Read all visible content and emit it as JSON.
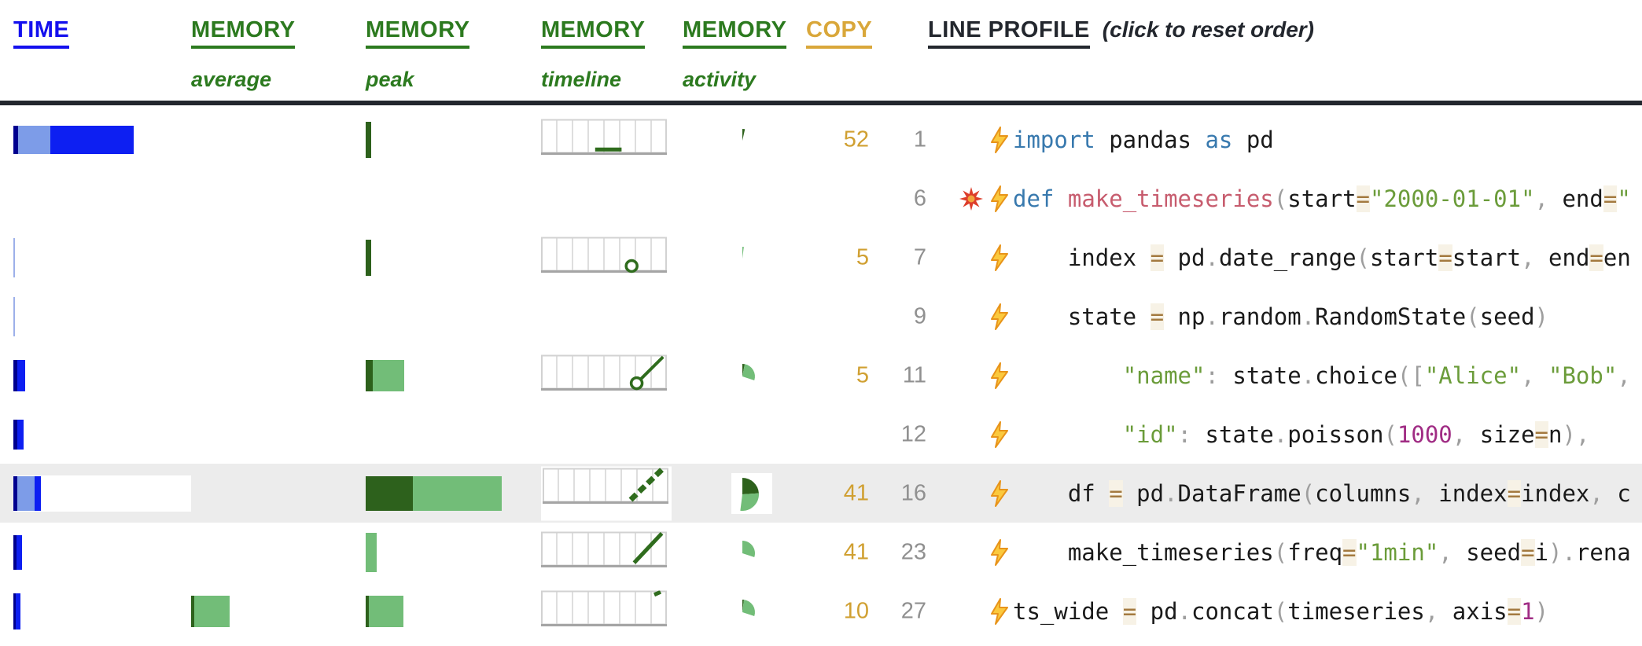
{
  "header": {
    "time": {
      "label": "TIME"
    },
    "avg": {
      "label": "MEMORY",
      "sub": "average"
    },
    "peak": {
      "label": "MEMORY",
      "sub": "peak"
    },
    "timeline": {
      "label": "MEMORY",
      "sub": "timeline"
    },
    "activity": {
      "label": "MEMORY",
      "sub": "activity"
    },
    "copy": {
      "label": "COPY"
    },
    "profile": {
      "label": "LINE PROFILE",
      "note": "(click to reset order)"
    }
  },
  "colors": {
    "navy": "#00008f",
    "corn": "#7d9ce8",
    "blue": "#0d1ff2",
    "hair": "#9db0ea",
    "dgreen": "#2d611c",
    "mgreen": "#72bd78",
    "spark": "#2f6c1d",
    "copy_num": "#d0a032",
    "line_num": "#909090",
    "highlight_row": "#ececec"
  },
  "icons": {
    "lightning": "lightning-icon",
    "explosion": "explosion-icon"
  },
  "rows": [
    {
      "line": "1",
      "copy": "52",
      "bomb": false,
      "time": {
        "h": 36,
        "segs": [
          [
            "navy",
            6
          ],
          [
            "corn",
            41
          ],
          [
            "blue",
            106
          ]
        ]
      },
      "peak": {
        "h": 46,
        "segs": [
          [
            "dgreen",
            7
          ]
        ]
      },
      "timeline": {
        "line": [
          [
            0.43,
            0.88
          ],
          [
            0.64,
            0.88
          ]
        ],
        "w": 5
      },
      "activity": {
        "r": 15,
        "slices": [
          [
            "dgreen",
            0.035
          ]
        ]
      },
      "code": [
        [
          "kw",
          "import"
        ],
        [
          "pl",
          " pandas "
        ],
        [
          "kw",
          "as"
        ],
        [
          "pl",
          " pd"
        ]
      ]
    },
    {
      "line": "6",
      "copy": "",
      "bomb": true,
      "code": [
        [
          "kw",
          "def"
        ],
        [
          "pl",
          " "
        ],
        [
          "fn",
          "make_timeseries"
        ],
        [
          "pu",
          "("
        ],
        [
          "pl",
          "start"
        ],
        [
          "op",
          "="
        ],
        [
          "st",
          "\"2000-01-01\""
        ],
        [
          "pu",
          ","
        ],
        [
          "pl",
          " end"
        ],
        [
          "op",
          "="
        ],
        [
          "st",
          "\""
        ]
      ]
    },
    {
      "line": "7",
      "copy": "5",
      "bomb": false,
      "time": {
        "h": 50,
        "segs": [
          [
            "hair",
            2
          ]
        ]
      },
      "peak": {
        "h": 46,
        "segs": [
          [
            "dgreen",
            7
          ]
        ]
      },
      "timeline": {
        "dot": [
          0.72,
          0.84
        ]
      },
      "activity": {
        "r": 15,
        "slices": [
          [
            "mgreen",
            0.02
          ]
        ]
      },
      "code": [
        [
          "pl",
          "    index "
        ],
        [
          "op",
          "="
        ],
        [
          "pl",
          " pd"
        ],
        [
          "pu",
          "."
        ],
        [
          "pl",
          "date_range"
        ],
        [
          "pu",
          "("
        ],
        [
          "pl",
          "start"
        ],
        [
          "op",
          "="
        ],
        [
          "pl",
          "start"
        ],
        [
          "pu",
          ","
        ],
        [
          "pl",
          " end"
        ],
        [
          "op",
          "="
        ],
        [
          "pl",
          "en"
        ]
      ]
    },
    {
      "line": "9",
      "copy": "",
      "bomb": false,
      "time": {
        "h": 50,
        "segs": [
          [
            "hair",
            2
          ]
        ]
      },
      "code": [
        [
          "pl",
          "    state "
        ],
        [
          "op",
          "="
        ],
        [
          "pl",
          " np"
        ],
        [
          "pu",
          "."
        ],
        [
          "pl",
          "random"
        ],
        [
          "pu",
          "."
        ],
        [
          "pl",
          "RandomState"
        ],
        [
          "pu",
          "("
        ],
        [
          "pl",
          "seed"
        ],
        [
          "pu",
          ")"
        ]
      ]
    },
    {
      "line": "11",
      "copy": "5",
      "bomb": false,
      "time": {
        "h": 40,
        "segs": [
          [
            "navy",
            5
          ],
          [
            "blue",
            10
          ]
        ]
      },
      "peak": {
        "h": 40,
        "segs": [
          [
            "dgreen",
            9
          ],
          [
            "mgreen",
            40
          ]
        ]
      },
      "timeline": {
        "line": [
          [
            0.76,
            0.82
          ],
          [
            0.97,
            0.06
          ]
        ],
        "dot": [
          0.76,
          0.82
        ],
        "w": 4
      },
      "activity": {
        "r": 16,
        "slices": [
          [
            "dgreen",
            0.03
          ],
          [
            "mgreen",
            0.27
          ]
        ]
      },
      "code": [
        [
          "pl",
          "        "
        ],
        [
          "st",
          "\"name\""
        ],
        [
          "pu",
          ":"
        ],
        [
          "pl",
          " state"
        ],
        [
          "pu",
          "."
        ],
        [
          "pl",
          "choice"
        ],
        [
          "pu",
          "(["
        ],
        [
          "st",
          "\"Alice\""
        ],
        [
          "pu",
          ","
        ],
        [
          "pl",
          " "
        ],
        [
          "st",
          "\"Bob\""
        ],
        [
          "pu",
          ","
        ]
      ]
    },
    {
      "line": "12",
      "copy": "",
      "bomb": false,
      "time": {
        "h": 38,
        "segs": [
          [
            "navy",
            5
          ],
          [
            "blue",
            8
          ]
        ]
      },
      "code": [
        [
          "pl",
          "        "
        ],
        [
          "st",
          "\"id\""
        ],
        [
          "pu",
          ":"
        ],
        [
          "pl",
          " state"
        ],
        [
          "pu",
          "."
        ],
        [
          "pl",
          "poisson"
        ],
        [
          "pu",
          "("
        ],
        [
          "nu",
          "1000"
        ],
        [
          "pu",
          ","
        ],
        [
          "pl",
          " size"
        ],
        [
          "op",
          "="
        ],
        [
          "pl",
          "n"
        ],
        [
          "pu",
          "),"
        ]
      ]
    },
    {
      "line": "16",
      "copy": "41",
      "bomb": false,
      "highlight": true,
      "time": {
        "h": 44,
        "cont": 226,
        "segs": [
          [
            "navy",
            5
          ],
          [
            "corn",
            22
          ],
          [
            "blue",
            8
          ]
        ]
      },
      "peak": {
        "h": 44,
        "segs": [
          [
            "dgreen",
            60
          ],
          [
            "mgreen",
            113
          ]
        ]
      },
      "timeline": {
        "line": [
          [
            0.7,
            0.92
          ],
          [
            0.95,
            0.04
          ]
        ],
        "w": 7,
        "dash": "10 5"
      },
      "activity": {
        "r": 21,
        "box": true,
        "slices": [
          [
            "dgreen",
            0.24
          ],
          [
            "mgreen",
            0.28
          ]
        ]
      },
      "code": [
        [
          "pl",
          "    df "
        ],
        [
          "op",
          "="
        ],
        [
          "pl",
          " pd"
        ],
        [
          "pu",
          "."
        ],
        [
          "pl",
          "DataFrame"
        ],
        [
          "pu",
          "("
        ],
        [
          "pl",
          "columns"
        ],
        [
          "pu",
          ","
        ],
        [
          "pl",
          " index"
        ],
        [
          "op",
          "="
        ],
        [
          "pl",
          "index"
        ],
        [
          "pu",
          ","
        ],
        [
          "pl",
          " c"
        ]
      ]
    },
    {
      "line": "23",
      "copy": "41",
      "bomb": false,
      "time": {
        "h": 44,
        "segs": [
          [
            "navy",
            4
          ],
          [
            "blue",
            7
          ]
        ]
      },
      "peak": {
        "h": 50,
        "segs": [
          [
            "mgreen",
            14
          ]
        ]
      },
      "timeline": {
        "line": [
          [
            0.74,
            0.9
          ],
          [
            0.96,
            0.05
          ]
        ],
        "w": 5
      },
      "activity": {
        "r": 16,
        "slices": [
          [
            "mgreen",
            0.3
          ]
        ]
      },
      "code": [
        [
          "pl",
          "    make_timeseries"
        ],
        [
          "pu",
          "("
        ],
        [
          "pl",
          "freq"
        ],
        [
          "op",
          "="
        ],
        [
          "st",
          "\"1min\""
        ],
        [
          "pu",
          ","
        ],
        [
          "pl",
          " seed"
        ],
        [
          "op",
          "="
        ],
        [
          "pl",
          "i"
        ],
        [
          "pu",
          ")."
        ],
        [
          "pl",
          "rena"
        ]
      ]
    },
    {
      "line": "27",
      "copy": "10",
      "bomb": false,
      "time": {
        "h": 46,
        "segs": [
          [
            "navy",
            3
          ],
          [
            "blue",
            6
          ]
        ]
      },
      "avg": {
        "h": 40,
        "segs": [
          [
            "dgreen",
            4
          ],
          [
            "mgreen",
            45
          ]
        ]
      },
      "peak": {
        "h": 40,
        "segs": [
          [
            "dgreen",
            4
          ],
          [
            "mgreen",
            44
          ]
        ]
      },
      "timeline": {
        "line": [
          [
            0.9,
            0.12
          ],
          [
            0.95,
            0.04
          ]
        ],
        "w": 5
      },
      "activity": {
        "r": 16,
        "slices": [
          [
            "dgreen",
            0.02
          ],
          [
            "mgreen",
            0.28
          ]
        ]
      },
      "code": [
        [
          "pl",
          "ts_wide "
        ],
        [
          "op",
          "="
        ],
        [
          "pl",
          " pd"
        ],
        [
          "pu",
          "."
        ],
        [
          "pl",
          "concat"
        ],
        [
          "pu",
          "("
        ],
        [
          "pl",
          "timeseries"
        ],
        [
          "pu",
          ","
        ],
        [
          "pl",
          " axis"
        ],
        [
          "op",
          "="
        ],
        [
          "nu",
          "1"
        ],
        [
          "pu",
          ")"
        ]
      ]
    }
  ]
}
